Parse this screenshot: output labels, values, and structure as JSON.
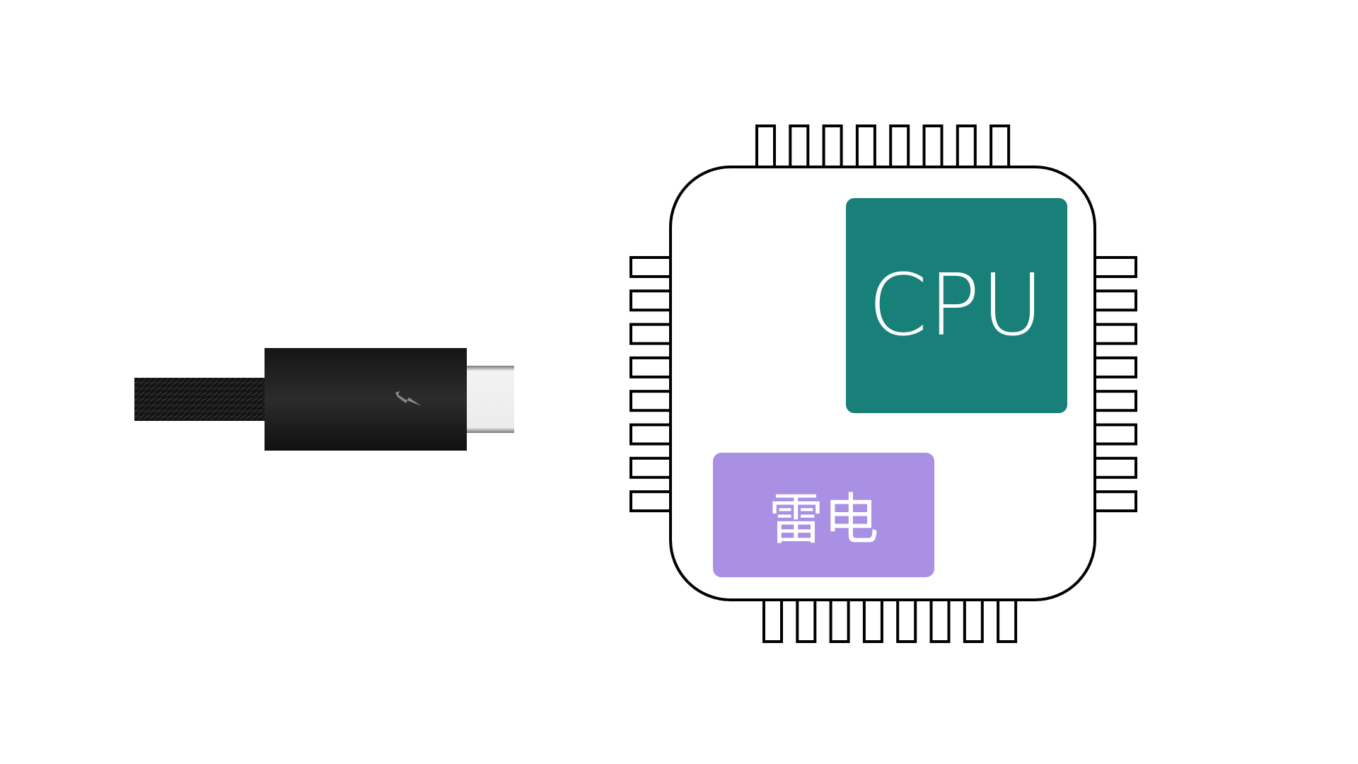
{
  "diagram": {
    "chip_blocks": [
      {
        "label": "CPU",
        "color": "#188079"
      },
      {
        "label": "雷电",
        "color": "#a990e4"
      }
    ],
    "cable": {
      "type": "thunderbolt-usb-c",
      "icon": "lightning-bolt-icon"
    },
    "pins_per_side": 8
  }
}
